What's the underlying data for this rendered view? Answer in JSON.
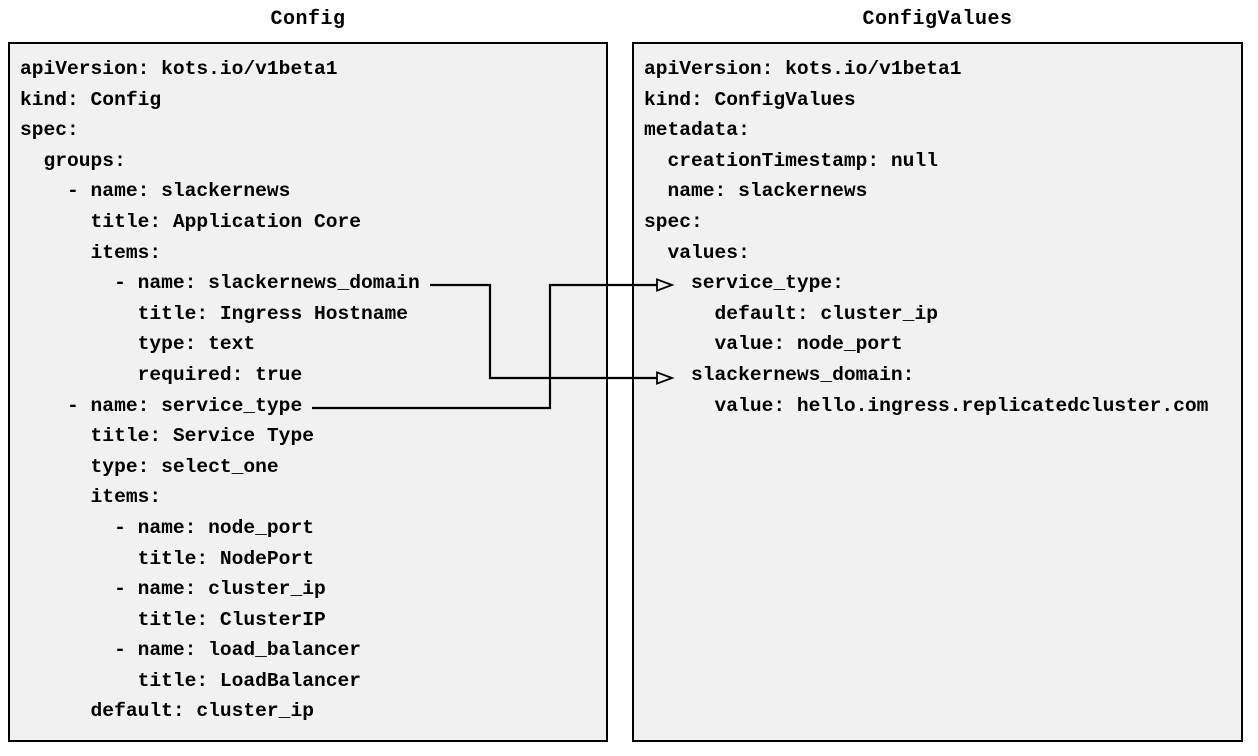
{
  "colors": {
    "box_bg": "#f1f1f1",
    "box_border": "#000000",
    "text": "#000000",
    "connector": "#000000",
    "page_bg": "#ffffff"
  },
  "left_panel": {
    "title": "Config",
    "lines": [
      "apiVersion: kots.io/v1beta1",
      "kind: Config",
      "spec:",
      "  groups:",
      "    - name: slackernews",
      "      title: Application Core",
      "      items:",
      "        - name: slackernews_domain",
      "          title: Ingress Hostname",
      "          type: text",
      "          required: true",
      "    - name: service_type",
      "      title: Service Type",
      "      type: select_one",
      "      items:",
      "        - name: node_port",
      "          title: NodePort",
      "        - name: cluster_ip",
      "          title: ClusterIP",
      "        - name: load_balancer",
      "          title: LoadBalancer",
      "      default: cluster_ip"
    ]
  },
  "right_panel": {
    "title": "ConfigValues",
    "lines": [
      "apiVersion: kots.io/v1beta1",
      "kind: ConfigValues",
      "metadata:",
      "  creationTimestamp: null",
      "  name: slackernews",
      "spec:",
      "  values:",
      "    service_type:",
      "      default: cluster_ip",
      "      value: node_port",
      "    slackernews_domain:",
      "      value: hello.ingress.replicatedcluster.com"
    ]
  },
  "connectors": [
    {
      "from": "Config item slackernews_domain",
      "to": "ConfigValues value slackernews_domain"
    },
    {
      "from": "Config item service_type",
      "to": "ConfigValues value service_type"
    }
  ]
}
